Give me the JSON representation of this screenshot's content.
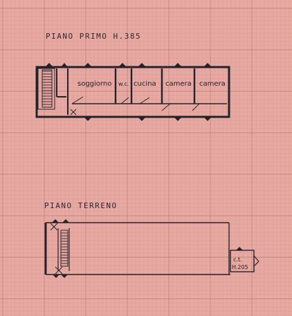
{
  "sheet": {
    "paper_color": "#e8a9a1",
    "grid_color": "#b57c79",
    "ink_color": "#23232c"
  },
  "first_floor": {
    "title": "PIANO PRIMO  H.385",
    "rooms": [
      "soggiorno",
      "w.c.",
      "cucina",
      "camera",
      "camera"
    ]
  },
  "ground_floor": {
    "title": "PIANO TERRENO",
    "annex_label_1": "c.t.",
    "annex_label_2": "H.205"
  }
}
